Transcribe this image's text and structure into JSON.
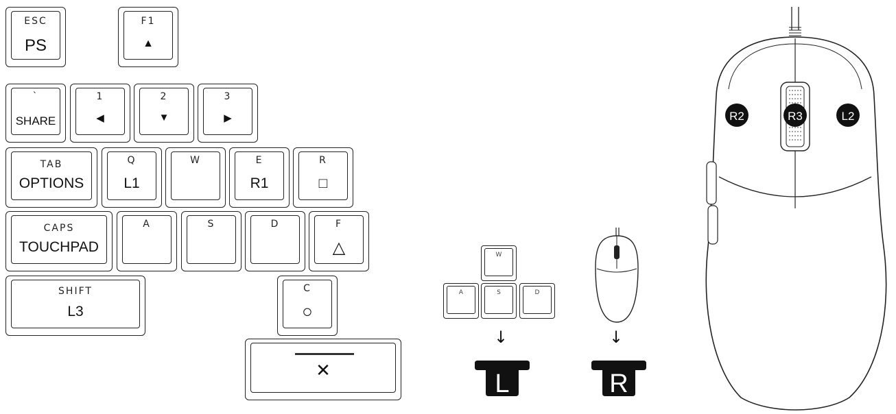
{
  "keys": [
    {
      "id": "esc",
      "top": "ESC",
      "main": "PS"
    },
    {
      "id": "f1",
      "top": "F1",
      "main": "▲"
    },
    {
      "id": "grave",
      "top": "`",
      "main": "SHARE"
    },
    {
      "id": "k1",
      "top": "1",
      "main": "◀"
    },
    {
      "id": "k2",
      "top": "2",
      "main": "▼"
    },
    {
      "id": "k3",
      "top": "3",
      "main": "▶"
    },
    {
      "id": "tab",
      "top": "TAB",
      "main": "OPTIONS"
    },
    {
      "id": "q",
      "top": "Q",
      "main": "L1"
    },
    {
      "id": "w",
      "top": "W",
      "main": ""
    },
    {
      "id": "e",
      "top": "E",
      "main": "R1"
    },
    {
      "id": "r",
      "top": "R",
      "main": "□"
    },
    {
      "id": "caps",
      "top": "CAPS",
      "main": "TOUCHPAD"
    },
    {
      "id": "a",
      "top": "A",
      "main": ""
    },
    {
      "id": "s",
      "top": "S",
      "main": ""
    },
    {
      "id": "d",
      "top": "D",
      "main": ""
    },
    {
      "id": "f",
      "top": "F",
      "main": "△"
    },
    {
      "id": "shift",
      "top": "SHIFT",
      "main": "L3"
    },
    {
      "id": "c",
      "top": "C",
      "main": "○"
    },
    {
      "id": "space",
      "top": "",
      "main": "✕"
    }
  ],
  "wasd_cluster": {
    "w": "W",
    "a": "A",
    "s": "S",
    "d": "D"
  },
  "arrow_glyph": "↓",
  "stick_labels": {
    "left": "L",
    "right": "R"
  },
  "mouse_buttons": {
    "left": "R2",
    "wheel": "R3",
    "right": "L2"
  }
}
